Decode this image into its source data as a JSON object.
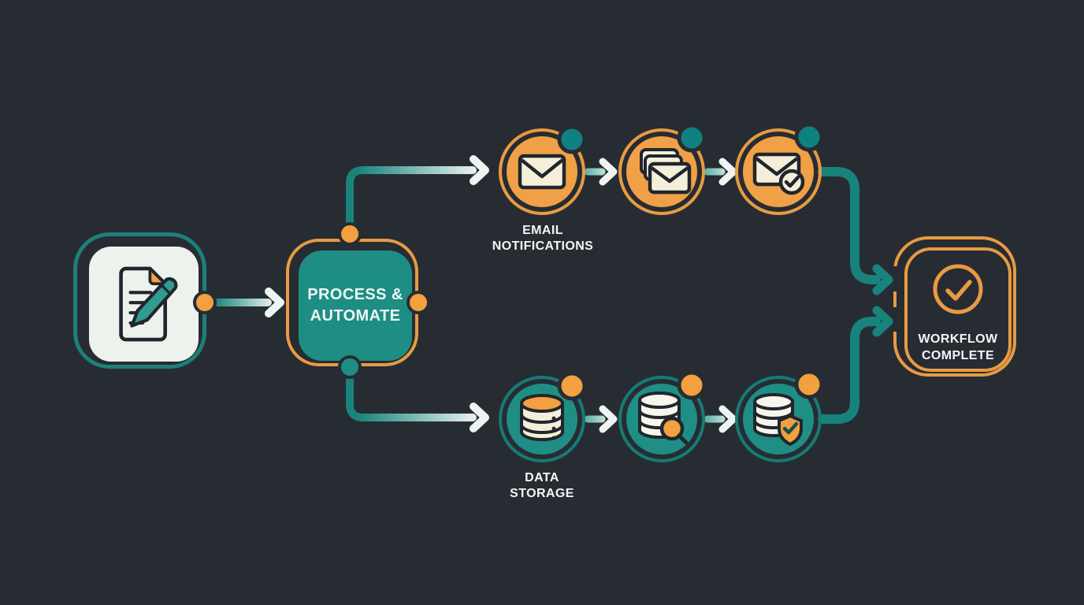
{
  "diagram": {
    "background": "#272c33",
    "colors": {
      "teal": "#17837c",
      "teal_fill": "#1e8d84",
      "orange": "#f2a040",
      "cream": "#f5efda",
      "paper": "#edf2ec",
      "ink": "#20262c",
      "text": "#f3f6f5"
    },
    "nodes": {
      "input": {
        "icon": "document-edit-icon"
      },
      "process": {
        "line1": "PROCESS &",
        "line2": "AUTOMATE"
      },
      "email_branch": {
        "caption_line1": "EMAIL",
        "caption_line2": "NOTIFICATIONS",
        "steps": [
          {
            "icon": "envelope-icon"
          },
          {
            "icon": "envelope-stack-icon"
          },
          {
            "icon": "envelope-check-icon"
          }
        ]
      },
      "data_branch": {
        "caption_line1": "DATA",
        "caption_line2": "STORAGE",
        "steps": [
          {
            "icon": "database-icon"
          },
          {
            "icon": "database-search-icon"
          },
          {
            "icon": "database-shield-icon"
          }
        ]
      },
      "complete": {
        "icon": "check-circle-icon",
        "line1": "WORKFLOW",
        "line2": "COMPLETE"
      }
    }
  }
}
